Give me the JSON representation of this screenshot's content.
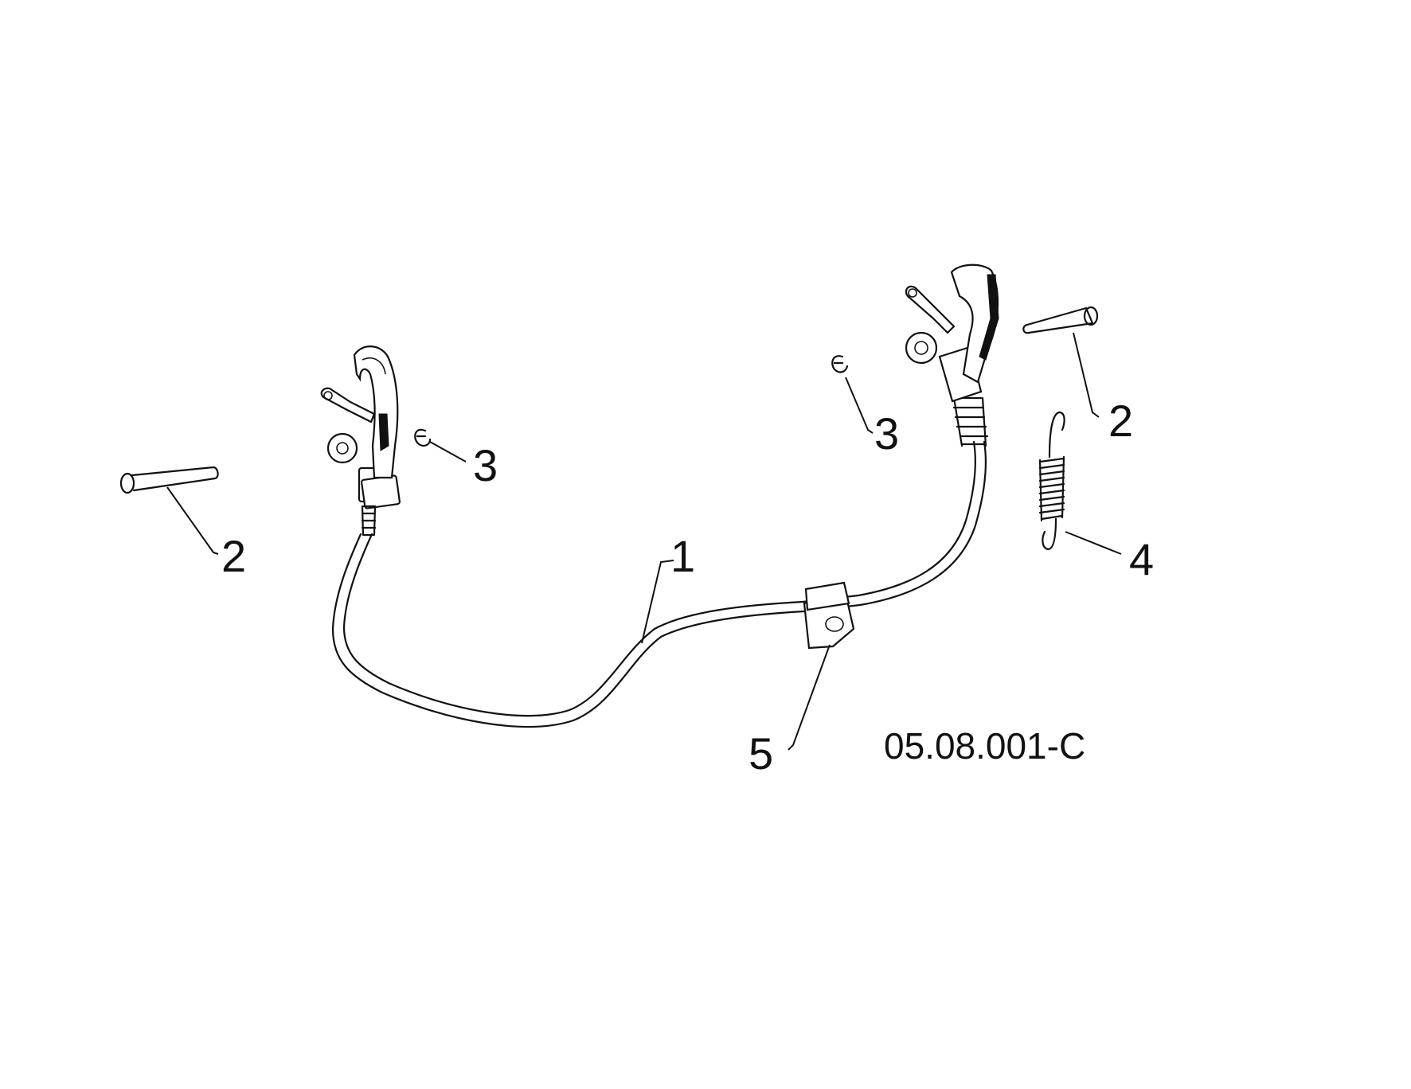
{
  "callouts": {
    "cable": "1",
    "pin_left": "2",
    "pin_right": "2",
    "clip_left": "3",
    "clip_right": "3",
    "spring": "4",
    "bracket": "5"
  },
  "drawing_code": "05.08.001-C"
}
